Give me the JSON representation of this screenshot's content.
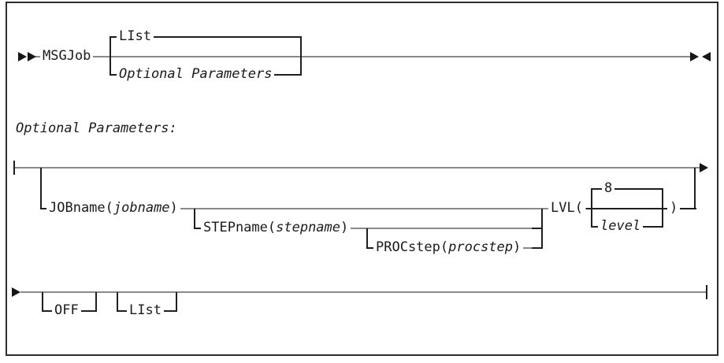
{
  "colors": {
    "rail_gray": "#8a8a8a",
    "branch_black": "#1f1f1f",
    "text": "#1a1a1a"
  },
  "syntax_diagram": {
    "section_label": "Optional Parameters:",
    "main_rail": {
      "command": "MSGJob",
      "choice_default": "LIst",
      "choice_alt": "Optional Parameters"
    },
    "optional_rail": {
      "jobname_pre": "JOBname(",
      "jobname_var": "jobname",
      "jobname_post": ")",
      "stepname_pre": "STEPname(",
      "stepname_var": "stepname",
      "stepname_post": ")",
      "procstep_pre": "PROCstep(",
      "procstep_var": "procstep",
      "procstep_post": ")",
      "lvl_keyword": "LVL(",
      "lvl_default": "8",
      "lvl_var": "level",
      "lvl_close": ")"
    },
    "final_rail": {
      "off": "OFF",
      "list": "LIst"
    }
  }
}
